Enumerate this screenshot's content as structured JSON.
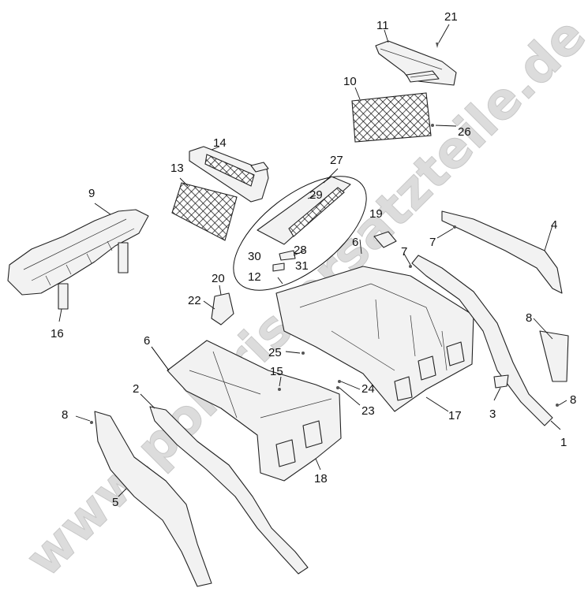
{
  "watermark": {
    "text": "www.polaris-ersatzteile.de"
  },
  "callouts": {
    "c1": "1",
    "c2": "2",
    "c3": "3",
    "c4": "4",
    "c5": "5",
    "c6a": "6",
    "c6b": "6",
    "c7a": "7",
    "c7b": "7",
    "c8a": "8",
    "c8b": "8",
    "c8c": "8",
    "c9": "9",
    "c10": "10",
    "c11": "11",
    "c12": "12",
    "c13": "13",
    "c14": "14",
    "c15": "15",
    "c16": "16",
    "c17": "17",
    "c18": "18",
    "c19": "19",
    "c20": "20",
    "c21": "21",
    "c22": "22",
    "c23": "23",
    "c24": "24",
    "c25": "25",
    "c26": "26",
    "c27": "27",
    "c28": "28",
    "c29": "29",
    "c30": "30",
    "c31": "31"
  }
}
